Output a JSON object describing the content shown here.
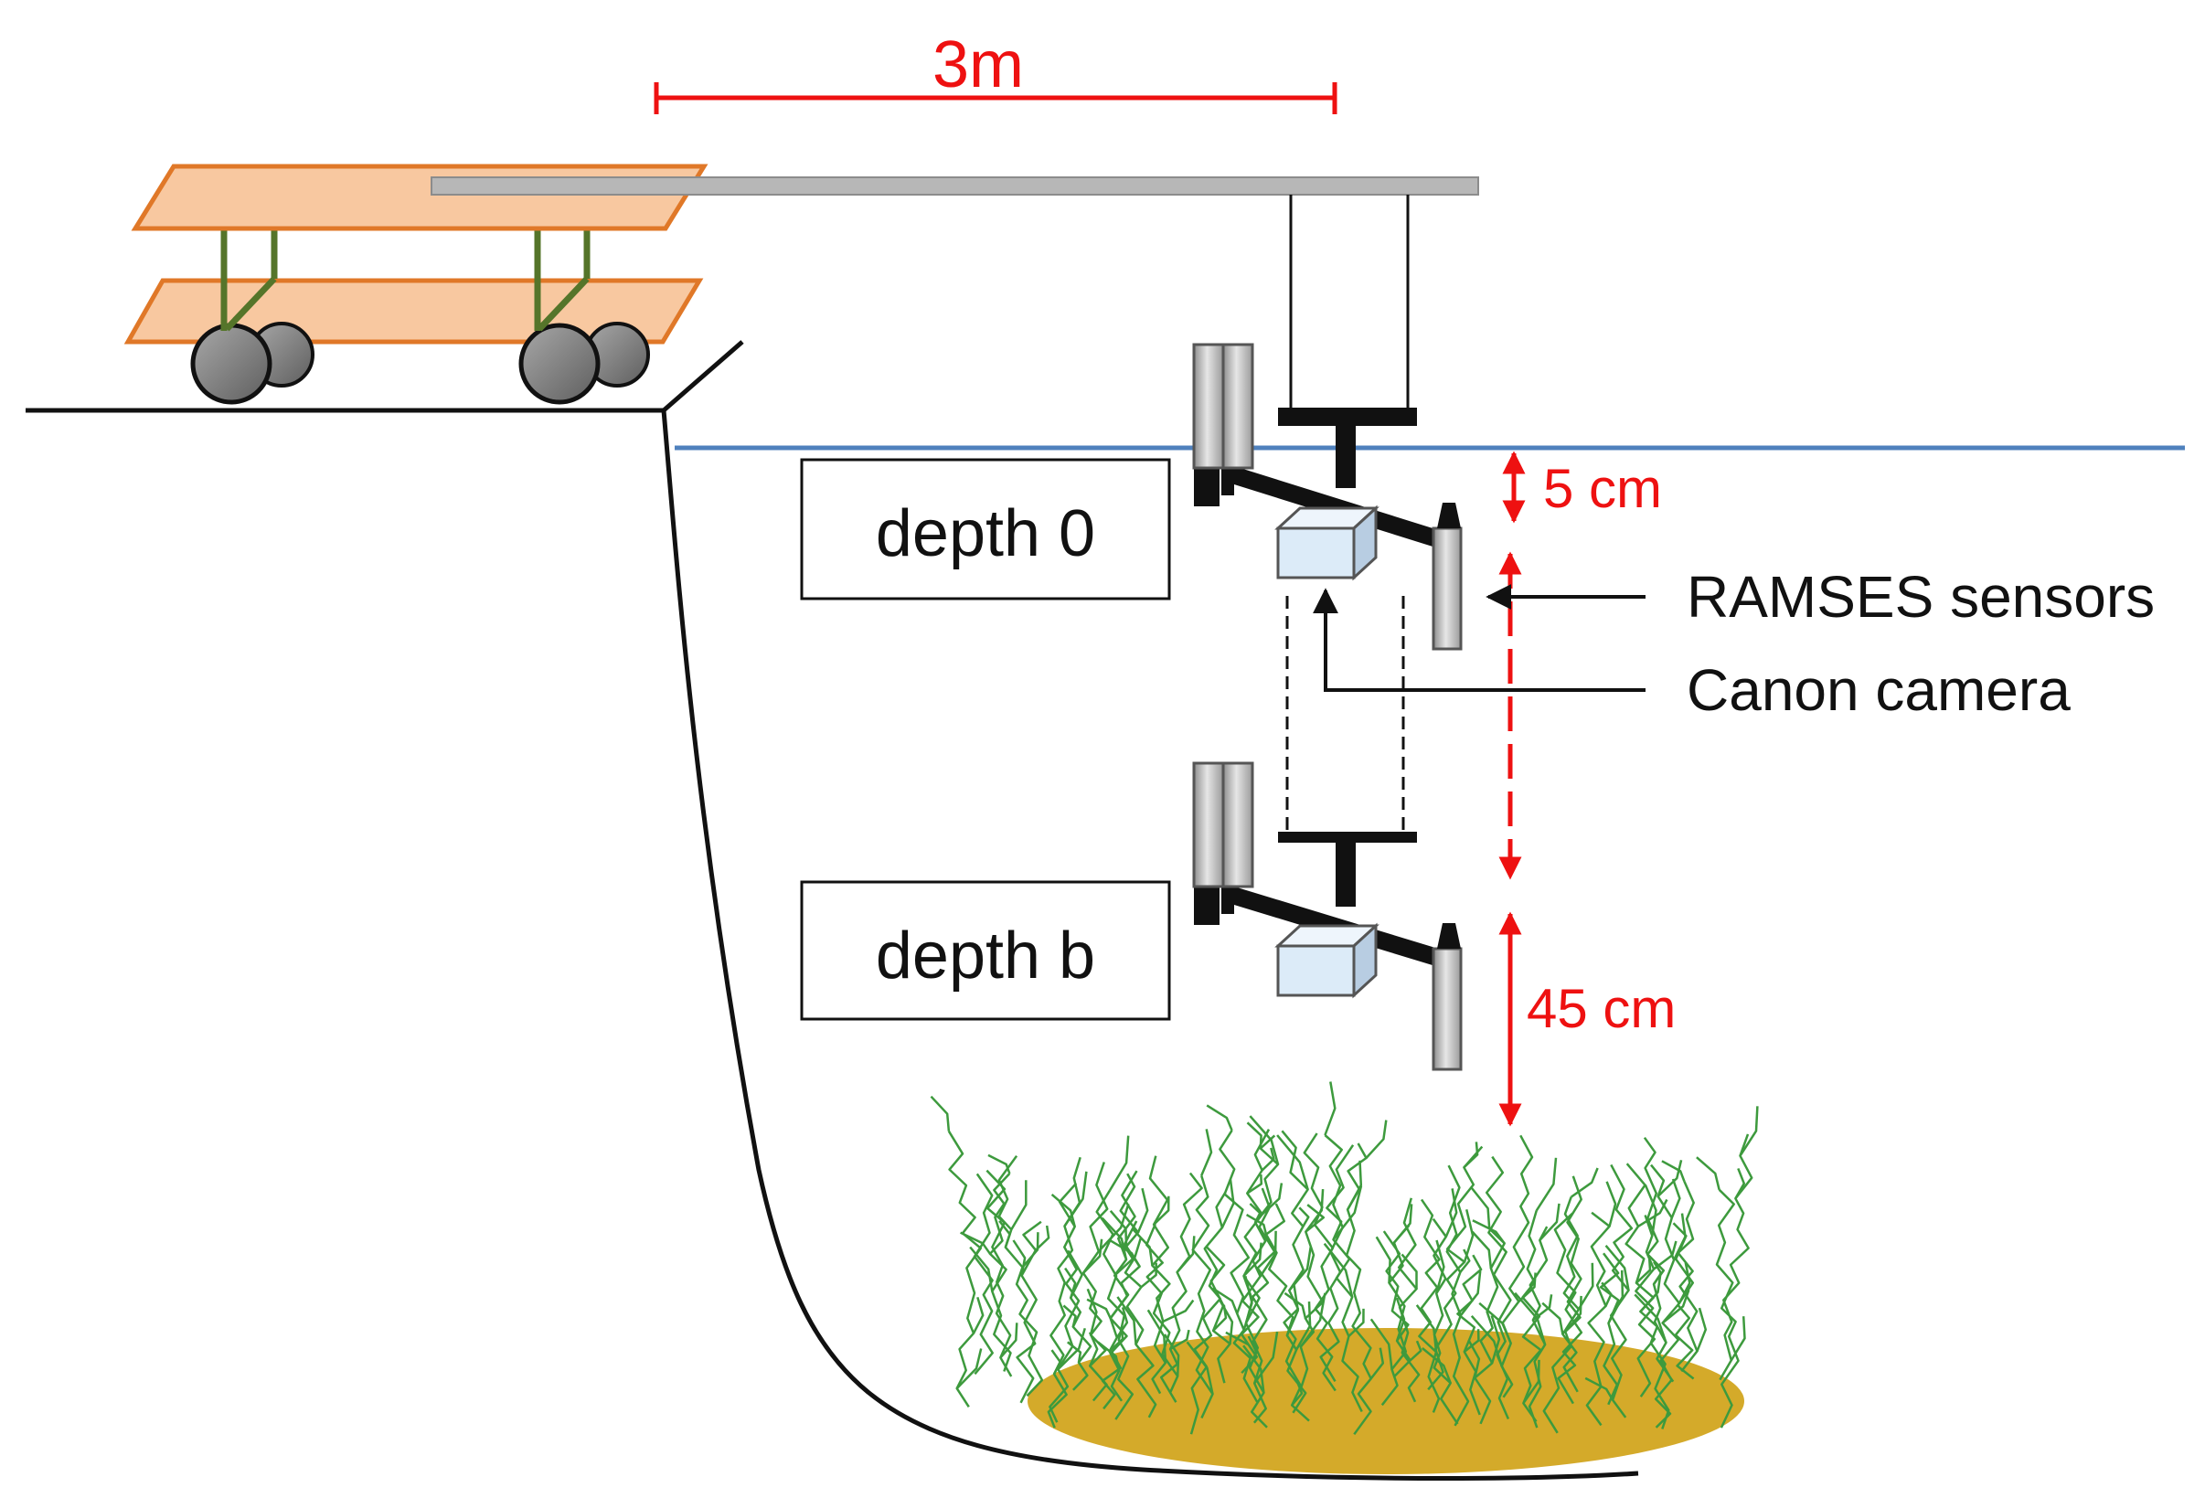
{
  "labels": {
    "span": "3m",
    "depth_top": "depth 0",
    "depth_bottom": "depth b",
    "gap_surface": "5 cm",
    "gap_bottom": "45 cm",
    "sensors": "RAMSES sensors",
    "camera": "Canon camera"
  },
  "colors": {
    "dimension": "#ee1111",
    "water_surface": "#4f81bd",
    "cart_deck": "#f8c8a0",
    "cart_edge": "#e07828",
    "cart_legs": "#55752a",
    "wheel": "#7a7a7a",
    "boom": "#b7b7b7",
    "sensor": "#c8c8c8",
    "camera_body": "#dcebf8",
    "vegetation": "#3d9a3d",
    "sediment": "#d4aa2a",
    "line": "#111111"
  }
}
